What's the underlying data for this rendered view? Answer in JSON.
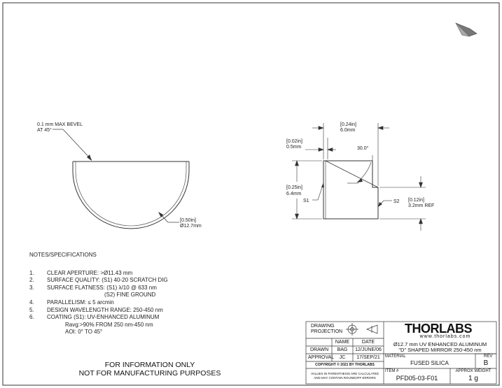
{
  "drawing": {
    "left_view": {
      "bevel_note_line1": "0.1 mm MAX BEVEL",
      "bevel_note_line2": "AT 45°",
      "diameter_in": "[0.50in]",
      "diameter_mm": "Ø12.7mm"
    },
    "side_view": {
      "top_width_in": "[0.24in]",
      "top_width_mm": "6.0mm",
      "edge_in": "[0.02in]",
      "edge_mm": "0.5mm",
      "angle": "30.0°",
      "height_in": "[0.25in]",
      "height_mm": "6.4mm",
      "s1_label": "S1",
      "s2_label": "S2",
      "ref_in": "[0.12in]",
      "ref_mm": "3.2mm REF"
    }
  },
  "notes": {
    "heading": "NOTES/SPECIFICATIONS",
    "items": [
      {
        "num": "1.",
        "text": "CLEAR APERTURE: >Ø11.43 mm"
      },
      {
        "num": "2.",
        "text": "SURFACE QUALITY: (S1) 40-20 SCRATCH DIG"
      },
      {
        "num": "3.",
        "text": "SURFACE FLATNESS: (S1) λ/10 @ 633 nm"
      },
      {
        "num": "",
        "text": "(S2) FINE GROUND"
      },
      {
        "num": "4.",
        "text": "PARALLELISM: ≤ 5 arcmin"
      },
      {
        "num": "5.",
        "text": "DESIGN WAVELENGTH RANGE: 250-450 nm"
      },
      {
        "num": "6.",
        "text": "COATING (S1): UV-ENHANCED ALUMINUM"
      },
      {
        "num": "",
        "text": "Ravg:>90% FROM 250 nm-450 nm"
      },
      {
        "num": "",
        "text": "AOI: 0° TO 45°"
      }
    ]
  },
  "disclaimer": {
    "line1": "FOR INFORMATION ONLY",
    "line2": "NOT FOR MANUFACTURING PURPOSES"
  },
  "title_block": {
    "projection_label_1": "DRAWING",
    "projection_label_2": "PROJECTION",
    "logo": "THORLABS",
    "website": "www.thorlabs.com",
    "name_header": "NAME",
    "date_header": "DATE",
    "drawn_label": "DRAWN",
    "drawn_name": "BAG",
    "drawn_date": "12/JUNE/06",
    "approval_label": "APPROVAL",
    "approval_name": "JC",
    "approval_date": "17/SEP/21",
    "copyright": "COPYRIGHT © 2021 BY THORLABS",
    "rounding_1": "VALUES IN PARENTHESIS ARE CALCULATED",
    "rounding_2": "AND MAY CONTAIN ROUNDOFF ERRORS",
    "description_1": "Ø12.7 mm UV ENHANCED ALUMINUM",
    "description_2": "\"D\" SHAPED MIRROR 250-450 nm",
    "material_label": "MATERIAL",
    "material": "FUSED SILICA",
    "rev_label": "REV",
    "rev": "B",
    "item_label": "ITEM #",
    "item": "PFD05-03-F01",
    "weight_label": "APPROX WEIGHT",
    "weight": "1 g"
  }
}
